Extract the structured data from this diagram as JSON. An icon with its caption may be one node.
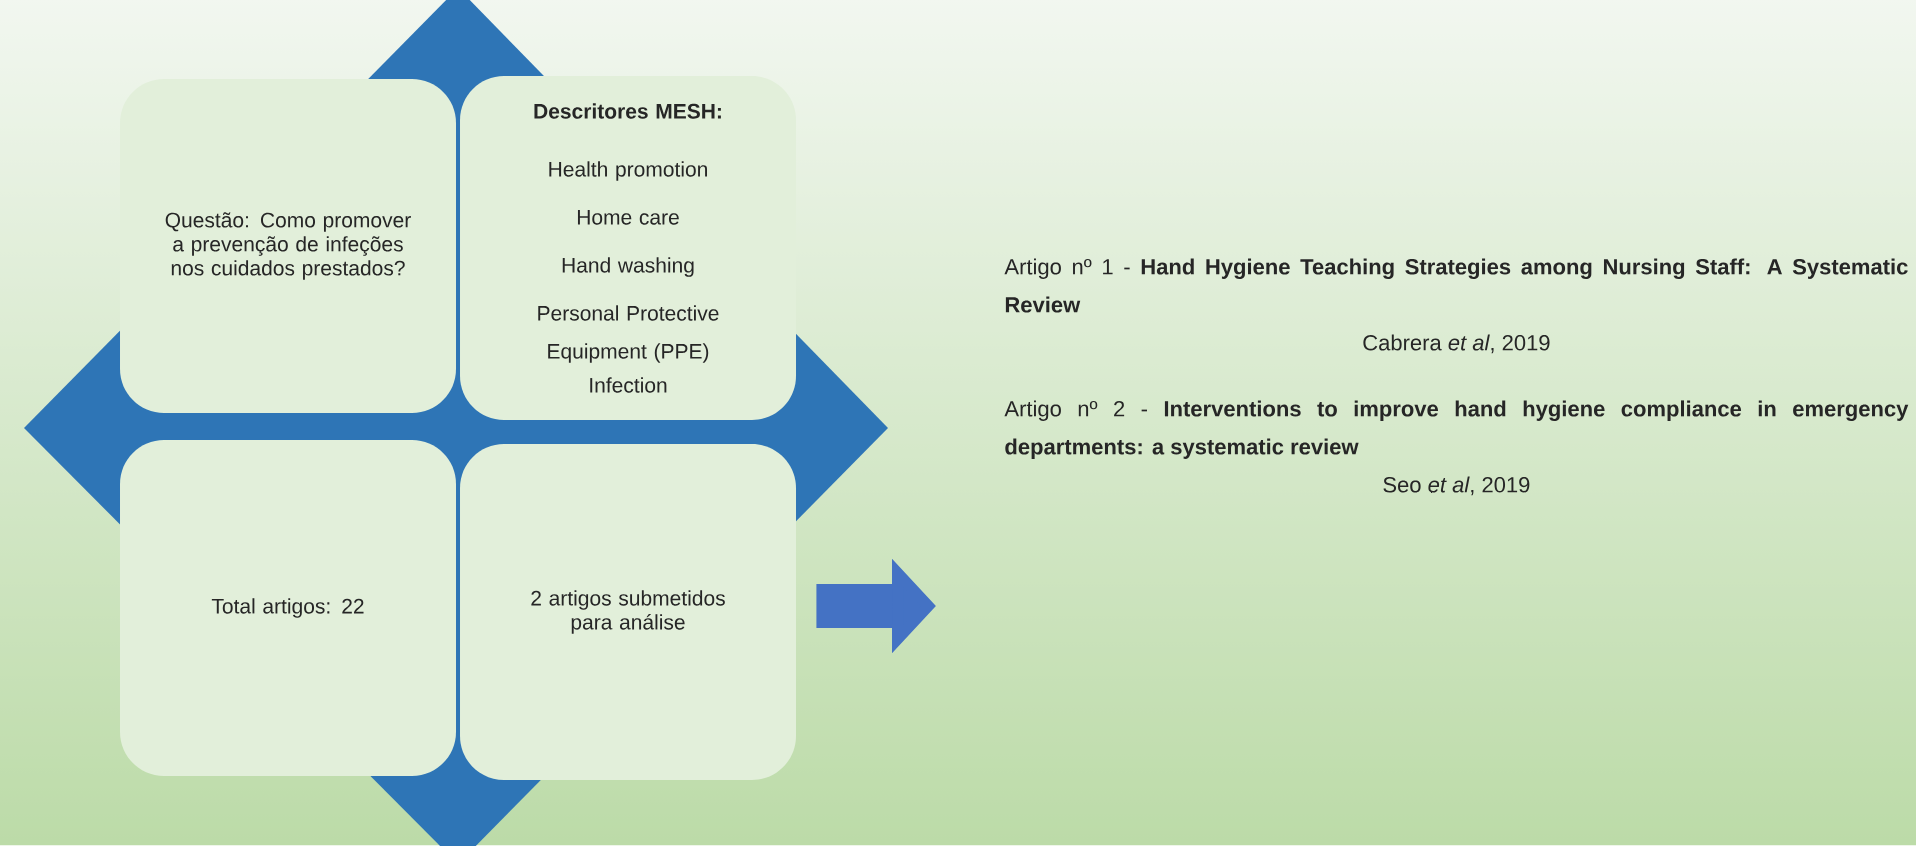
{
  "diagram": {
    "nodes": [
      {
        "text": [
          "Questão: Como promover a prevenção de infeções nos cuidados prestados?"
        ]
      },
      {
        "text": [
          "Descritores MESH:",
          "Health promotion",
          "Home care",
          "Hand washing",
          "Personal Protective Equipment (PPE)",
          "Infection"
        ]
      },
      {
        "text": [
          "Total artigos: 22"
        ]
      },
      {
        "text": [
          "2 artigos submetidos para análise"
        ]
      },
      {
        "text": [
          "Artigo nº 1 - **Hand Hygiene Teaching Strategies among Nursing Staff: A Systematic Review**",
          "Cabrera *et al*, 2019",
          "Artigo nº 2 - **Interventions to improve hand hygiene compliance in emergency departments: a systematic review**",
          "Seo *et al*, 2019"
        ]
      }
    ],
    "edges": [
      {
        "from": 3,
        "to": 4,
        "arrow": "to"
      }
    ]
  }
}
